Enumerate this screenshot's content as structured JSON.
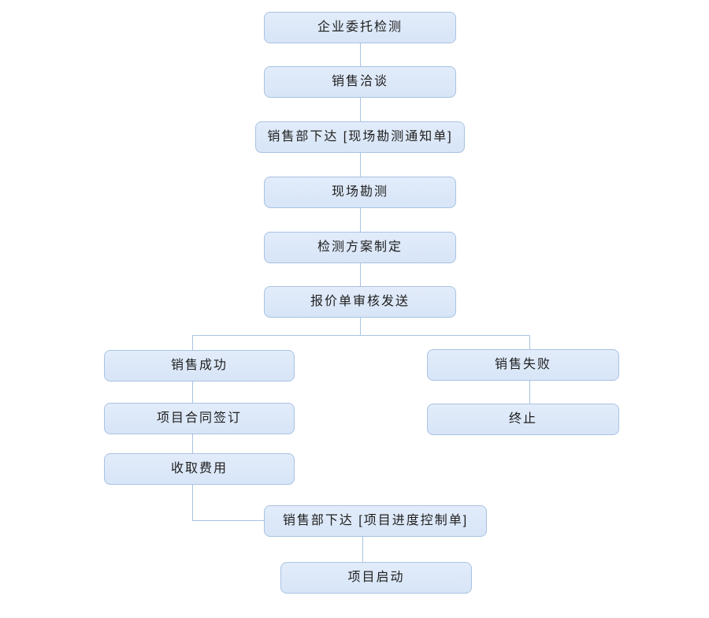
{
  "diagram": {
    "type": "flowchart",
    "nodes": [
      {
        "id": "n0",
        "label": "企业委托检测"
      },
      {
        "id": "n1",
        "label": "销售洽谈"
      },
      {
        "id": "n2",
        "label": "销售部下达 [现场勘测通知单]"
      },
      {
        "id": "n3",
        "label": "现场勘测"
      },
      {
        "id": "n4",
        "label": "检测方案制定"
      },
      {
        "id": "n5",
        "label": "报价单审核发送"
      },
      {
        "id": "n6",
        "label": "销售成功"
      },
      {
        "id": "n7",
        "label": "销售失败"
      },
      {
        "id": "n8",
        "label": "项目合同签订"
      },
      {
        "id": "n9",
        "label": "终止"
      },
      {
        "id": "n10",
        "label": "收取费用"
      },
      {
        "id": "n11",
        "label": "销售部下达 [项目进度控制单]"
      },
      {
        "id": "n12",
        "label": "项目启动"
      }
    ],
    "edges": [
      {
        "from": "n0",
        "to": "n1"
      },
      {
        "from": "n1",
        "to": "n2"
      },
      {
        "from": "n2",
        "to": "n3"
      },
      {
        "from": "n3",
        "to": "n4"
      },
      {
        "from": "n4",
        "to": "n5"
      },
      {
        "from": "n5",
        "to": "n6"
      },
      {
        "from": "n5",
        "to": "n7"
      },
      {
        "from": "n6",
        "to": "n8"
      },
      {
        "from": "n7",
        "to": "n9"
      },
      {
        "from": "n8",
        "to": "n10"
      },
      {
        "from": "n10",
        "to": "n11"
      },
      {
        "from": "n11",
        "to": "n12"
      }
    ],
    "colors": {
      "node_fill": "#dbe8f9",
      "node_border": "#a9c2e1",
      "connector": "#a9c2e1",
      "text": "#1f1f1f",
      "background": "#ffffff"
    }
  }
}
